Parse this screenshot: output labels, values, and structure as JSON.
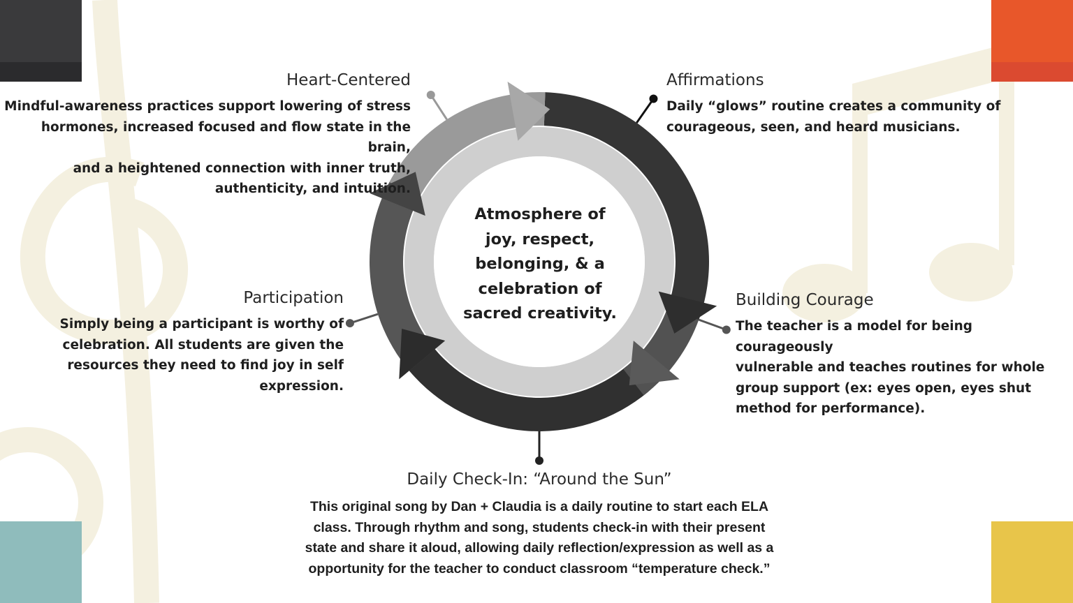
{
  "colors": {
    "corner_tl": "#3a3a3c",
    "corner_tr": "#e8572a",
    "corner_bl": "#8fbcbc",
    "corner_br": "#e8c54a",
    "decor": "#f4f0e0"
  },
  "center": {
    "text_lines": [
      "Atmosphere of",
      "joy, respect,",
      "belonging, & a",
      "celebration of",
      "sacred creativity."
    ]
  },
  "items": {
    "heart": {
      "title": "Heart-Centered",
      "lines": [
        "Mindful-awareness practices support lowering of stress",
        "hormones, increased focused and flow state in the brain,",
        "and a heightened connection with inner truth,",
        "authenticity, and intuition."
      ]
    },
    "affirmations": {
      "title": "Affirmations",
      "lines": [
        "Daily “glows” routine creates a community of",
        "courageous, seen, and heard musicians."
      ]
    },
    "participation": {
      "title": "Participation",
      "lines": [
        "Simply being a participant is worthy of",
        "celebration. All students are given the",
        "resources they need to find joy in self",
        "expression."
      ]
    },
    "courage": {
      "title": "Building Courage",
      "lines": [
        "The teacher is a model for being courageously",
        "vulnerable and teaches routines for whole",
        "group support (ex: eyes open, eyes shut",
        "method for performance)."
      ]
    },
    "checkin": {
      "title": "Daily Check-In: “Around the Sun”",
      "lines": [
        "This original song by Dan + Claudia is a daily routine to start each ELA",
        "class. Through rhythm and song, students check-in with their present",
        "state and share it aloud, allowing daily reflection/expression as well as a",
        "opportunity for the  teacher to conduct classroom “temperature check.”"
      ]
    }
  }
}
